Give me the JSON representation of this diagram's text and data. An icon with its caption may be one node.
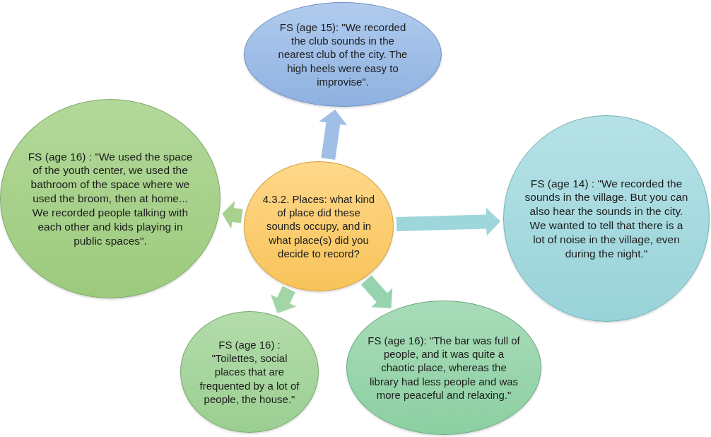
{
  "diagram": {
    "nodes": [
      {
        "text": [
          "FS (age 15): \"We recorded the club sounds in the nearest club of the city. The high heels were easy to improvise\"."
        ]
      },
      {
        "text": [
          "FS (age 16) : \"We used the space of the youth center, we used the bathroom of the space where we used the broom, then at home... We recorded people talking with each other and kids playing in public spaces\"."
        ]
      },
      {
        "text": [
          "4.3.2. Places: what kind of place did these sounds occupy, and in what place(s) did you decide to record?"
        ]
      },
      {
        "text": [
          "FS (age 14) : \"We recorded the sounds in the village. But you can also hear the sounds in the city. We wanted to tell that there is a lot of noise in the village, even during the night.\""
        ]
      },
      {
        "text": [
          "FS (age 16) : \"Toilettes, social places that are frequented by a lot of people, the house.\""
        ]
      },
      {
        "text": [
          "FS (age 16): \"The bar was full of people, and it was quite a chaotic place, whereas the library had less people and was more peaceful and relaxing.\""
        ]
      }
    ],
    "edges": [
      {
        "from": 2,
        "to": 0,
        "arrow": "to"
      },
      {
        "from": 2,
        "to": 1,
        "arrow": "to"
      },
      {
        "from": 2,
        "to": 3,
        "arrow": "to"
      },
      {
        "from": 2,
        "to": 4,
        "arrow": "to"
      },
      {
        "from": 2,
        "to": 5,
        "arrow": "to"
      }
    ]
  }
}
